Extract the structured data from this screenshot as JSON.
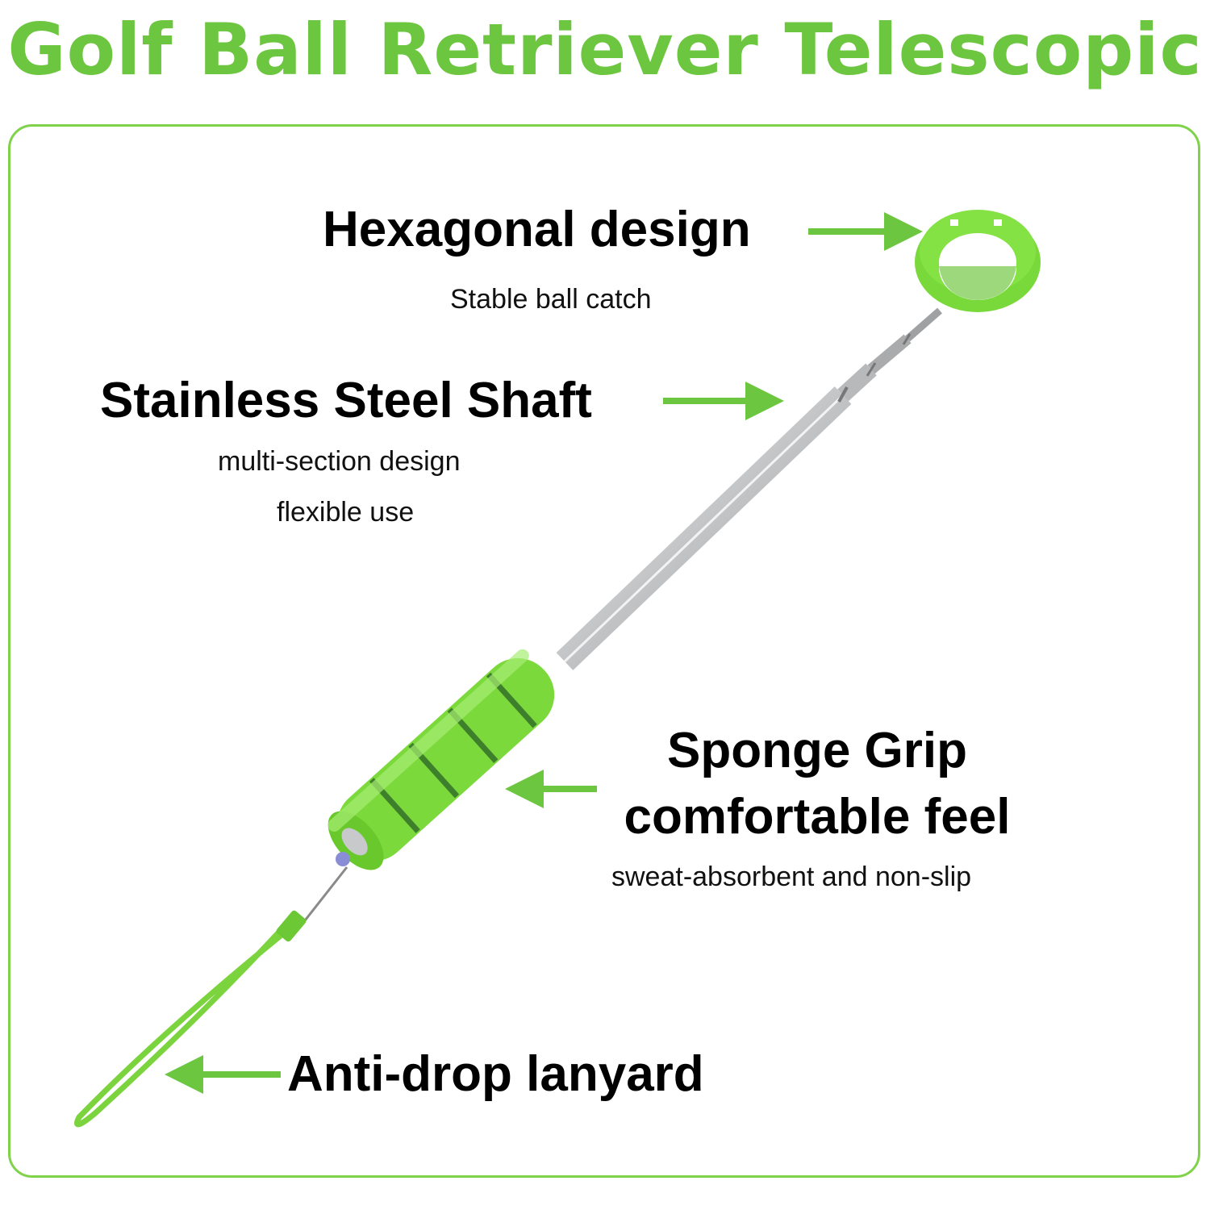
{
  "title": "Golf Ball Retriever Telescopic",
  "colors": {
    "accent_green": "#6dc640",
    "frame_green": "#7fd24a",
    "text": "#000000"
  },
  "features": {
    "hexagonal": {
      "heading": "Hexagonal design",
      "caption": "Stable ball catch"
    },
    "shaft": {
      "heading": "Stainless Steel Shaft",
      "captions": [
        "multi-section design",
        "flexible use"
      ]
    },
    "grip": {
      "heading_line1": "Sponge Grip",
      "heading_line2": "comfortable feel",
      "caption": "sweat-absorbent and non-slip"
    },
    "lanyard": {
      "heading": "Anti-drop lanyard"
    }
  }
}
